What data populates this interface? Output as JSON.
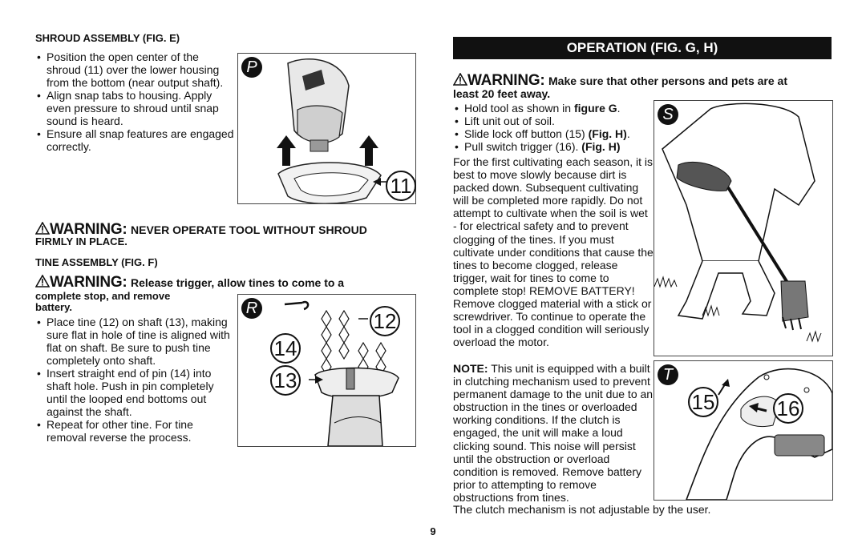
{
  "left": {
    "shroud": {
      "heading": "SHROUD ASSEMBLY (FIG. E)",
      "bullets": [
        "Position the open center of the shroud (11) over the lower housing from the bottom (near output shaft).",
        "Align snap tabs to housing. Apply even pressure to shroud until snap sound is heard.",
        "Ensure all snap features are engaged correctly."
      ],
      "fig_letter": "P",
      "callout": "11"
    },
    "warning_shroud": {
      "big": "WARNING:",
      "rest": "NEVER OPERATE TOOL WITHOUT SHROUD",
      "line2": "FIRMLY IN PLACE."
    },
    "tine": {
      "heading": "TINE ASSEMBLY (FIG. F)",
      "warning_big": "WARNING:",
      "warning_rest": "Release trigger, allow tines to come to a",
      "warning_line2": "complete stop, and remove",
      "warning_line3": "battery.",
      "bullets": [
        "Place tine (12) on shaft (13), making sure flat in hole of tine is aligned with flat on shaft. Be sure to push tine completely onto shaft.",
        "Insert straight end of pin (14) into shaft hole. Push in pin completely until the looped end bottoms out against the shaft.",
        "Repeat for other tine. For tine removal reverse the process."
      ],
      "fig_letter": "R",
      "callouts": [
        "12",
        "14",
        "13"
      ]
    }
  },
  "right": {
    "header": "OPERATION (FIG. G, H)",
    "warning_big": "WARNING:",
    "warning_rest": "Make sure that other persons and pets are at",
    "warning_line2": "least 20 feet away",
    "bullets": [
      {
        "text": "Hold tool as shown in ",
        "bold": "figure G",
        "after": "."
      },
      {
        "text": "Lift unit out of soil.",
        "bold": "",
        "after": ""
      },
      {
        "text": "Slide lock off button (15) ",
        "bold": "(Fig. H)",
        "after": "."
      },
      {
        "text": "Pull switch trigger (16). ",
        "bold": "(Fig. H)",
        "after": ""
      }
    ],
    "para1": "For the first cultivating each season, it is best to move slowly because dirt is packed down. Subsequent cultivating will be completed more rapidly. Do not attempt to cultivate when the soil is wet - for electrical safety and to prevent clogging of the tines. If you must cultivate under conditions that cause the tines to become clogged, release trigger, wait for tines to come to complete stop! REMOVE BATTERY! Remove clogged material with a stick or screwdriver. To continue to operate the tool in a clogged condition will seriously overload the motor.",
    "note_label": "NOTE:",
    "note_text": "This unit is equipped with a built in clutching mechanism used to prevent permanent damage to the unit due to an obstruction in the tines or overloaded working conditions. If the clutch is engaged, the unit will make a loud clicking sound. This noise will persist until the obstruction or overload condition is removed. Remove battery prior to attempting to remove obstructions from tines.",
    "final": "The clutch mechanism is not adjustable by the user.",
    "fig_s": "S",
    "fig_t": "T",
    "callouts_t": [
      "15",
      "16"
    ]
  },
  "page_number": "9"
}
